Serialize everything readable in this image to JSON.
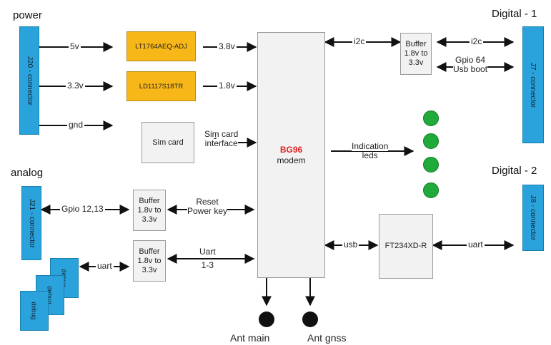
{
  "sections": {
    "power": "power",
    "analog": "analog",
    "digital1": "Digital - 1",
    "digital2": "Digital - 2"
  },
  "connectors": {
    "j20": "J20 - connector",
    "j21": "J21 - connector",
    "j7": "J7 - connector",
    "j8": "J8 - connector",
    "debug": [
      "debug",
      "debug",
      "debug"
    ]
  },
  "blocks": {
    "reg1": "LT1764AEQ-ADJ",
    "reg2": "LD1117S18TR",
    "sim": "Sim card",
    "modem_title": "BG96",
    "modem_sub": "modem",
    "buffer_top": [
      "Buffer",
      "1.8v to",
      "3.3v"
    ],
    "buffer_mid": [
      "Buffer",
      "1.8v to",
      "3.3v"
    ],
    "buffer_bot": [
      "Buffer",
      "1.8v to",
      "3.3v"
    ],
    "ft234": "FT234XD-R"
  },
  "signals": {
    "v5": "5v",
    "v33": "3.3v",
    "gnd": "gnd",
    "v38": "3.8v",
    "v18": "1.8v",
    "sim_if": [
      "Sim card",
      "interface"
    ],
    "i2c_left": "i2c",
    "i2c_right": "i2c",
    "gpio64": [
      "Gpio 64",
      "Usb boot"
    ],
    "indication": [
      "Indication",
      "leds"
    ],
    "gpio1213": "Gpio 12,13",
    "reset": [
      "Reset",
      "Power key"
    ],
    "uart_left": "uart",
    "uart13": [
      "Uart",
      "1-3"
    ],
    "usb": "usb",
    "uart_right": "uart"
  },
  "antennas": {
    "main": "Ant main",
    "gnss": "Ant gnss"
  },
  "colors": {
    "connector": "#2aa3dc",
    "regulator": "#f7b718",
    "led": "#1faa3a",
    "modem_title": "#e02020",
    "block": "#f2f2f2"
  }
}
